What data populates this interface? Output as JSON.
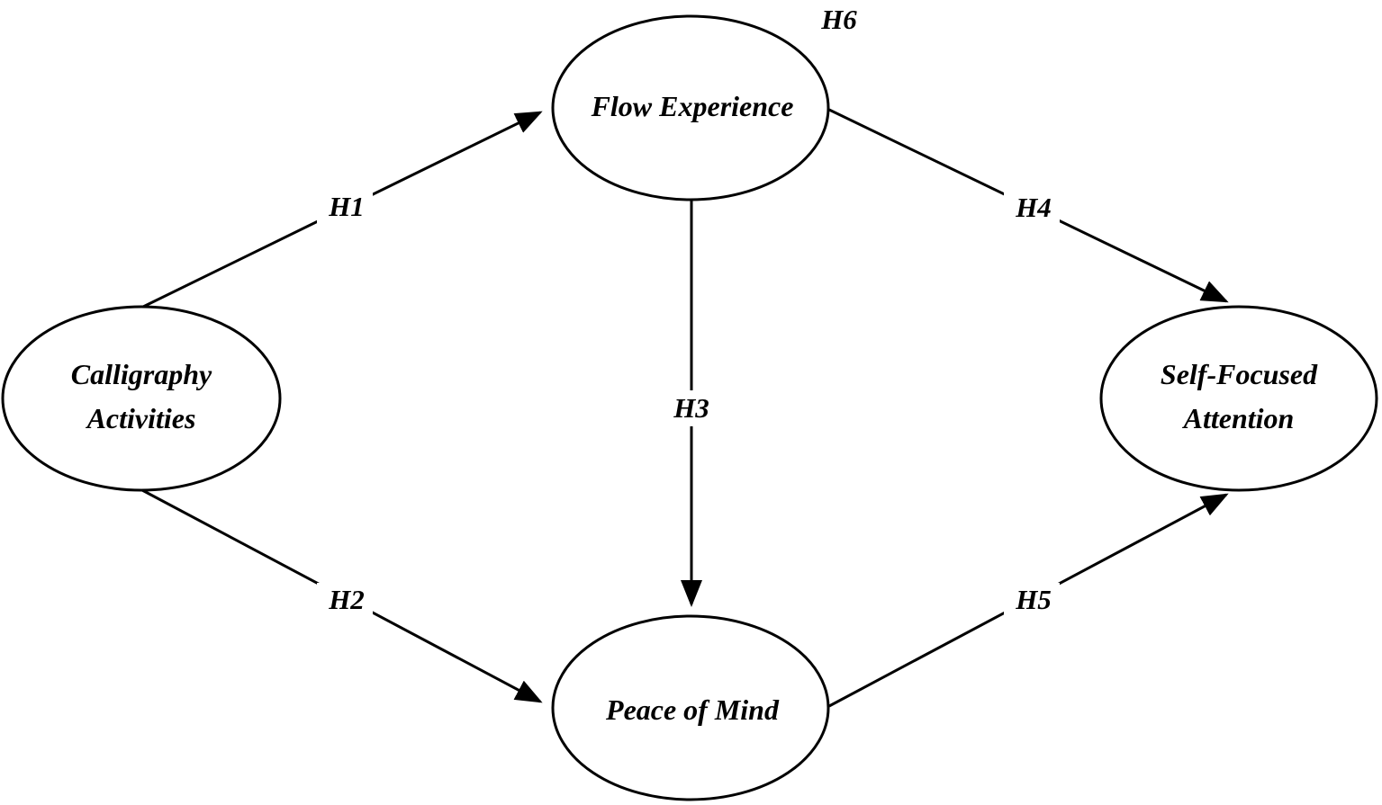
{
  "diagram": {
    "nodes": {
      "calligraphy": {
        "line1": "Calligraphy",
        "line2": "Activities"
      },
      "flow": {
        "line1": "Flow Experience"
      },
      "peace": {
        "line1": "Peace of Mind"
      },
      "self_focused": {
        "line1": "Self-Focused",
        "line2": "Attention"
      }
    },
    "edges": {
      "h1": {
        "label": "H1",
        "from": "Calligraphy Activities",
        "to": "Flow Experience"
      },
      "h2": {
        "label": "H2",
        "from": "Calligraphy Activities",
        "to": "Peace of Mind"
      },
      "h3": {
        "label": "H3",
        "from": "Flow Experience",
        "to": "Peace of Mind"
      },
      "h4": {
        "label": "H4",
        "from": "Flow Experience",
        "to": "Self-Focused Attention"
      },
      "h5": {
        "label": "H5",
        "from": "Peace of Mind",
        "to": "Self-Focused Attention"
      }
    },
    "annotations": {
      "h6": "H6"
    },
    "colors": {
      "stroke": "#000000",
      "background": "#ffffff"
    }
  }
}
